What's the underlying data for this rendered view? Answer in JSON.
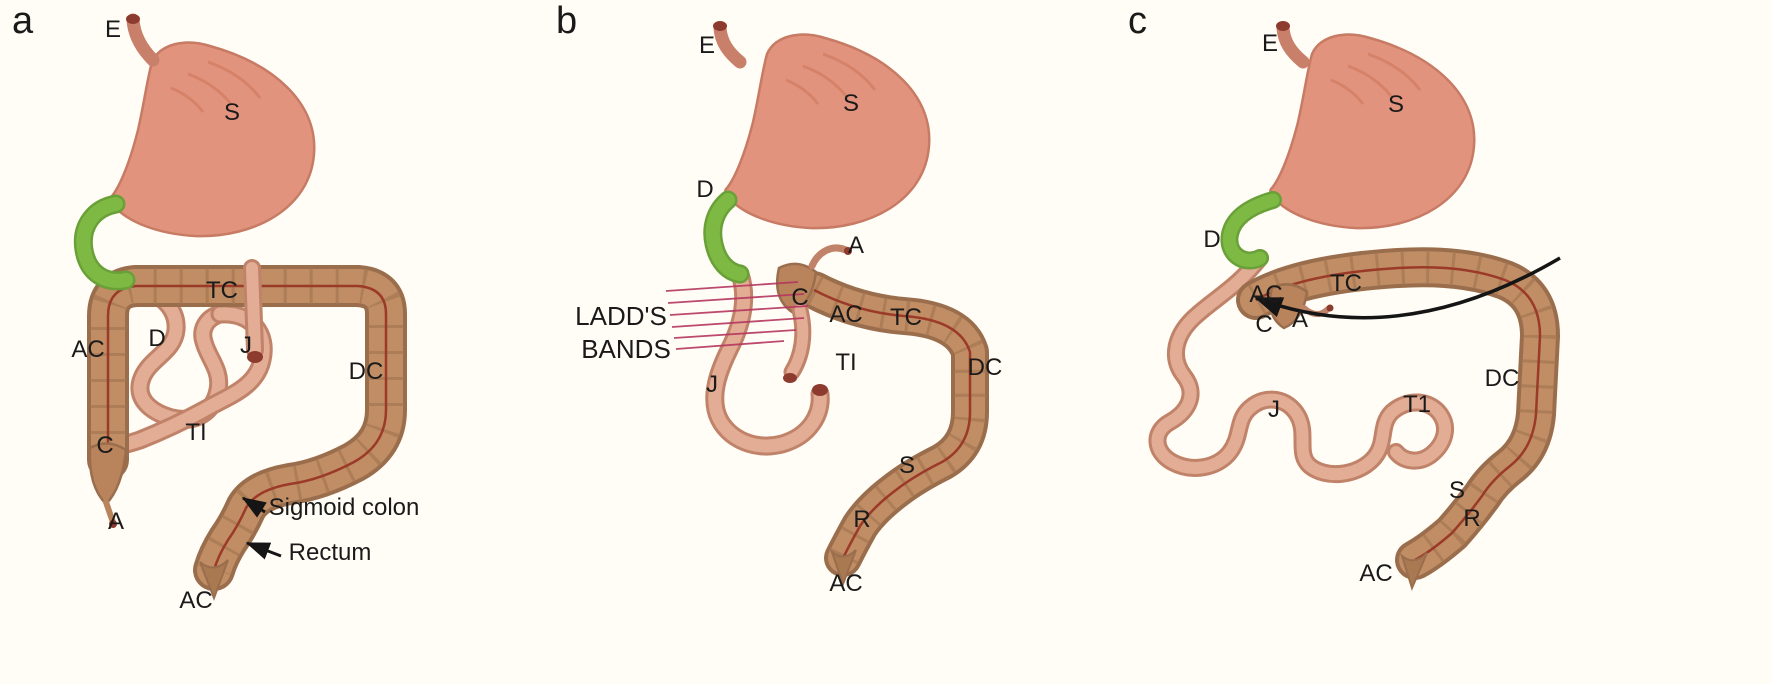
{
  "figure": {
    "background": "#fffdf6",
    "colors": {
      "stomach": "#e2937d",
      "stomach_outline": "#c77b64",
      "small_intestine": "#e2ac95",
      "small_intestine_outline": "#c08369",
      "colon": "#c08d64",
      "colon_outline": "#9a6e4d",
      "duodenum_green": "#7eb944",
      "cut_end_red": "#8e3b2f",
      "vessel_line": "#9b3a28",
      "ladds_band_line": "#b53760",
      "arrow": "#151515",
      "label_text": "#1a1a1a"
    },
    "panels": [
      {
        "letter": "a",
        "labels": {
          "esophagus": "E",
          "stomach": "S",
          "transverse_colon": "TC",
          "duodenum": "D",
          "jejunum": "J",
          "ascending_colon": "AC",
          "descending_colon": "DC",
          "terminal_ileum": "TI",
          "cecum": "C",
          "appendix": "A",
          "sigmoid_colon": "Sigmoid colon",
          "rectum": "Rectum",
          "anal_canal": "AC"
        }
      },
      {
        "letter": "b",
        "ladds_bands": {
          "line1": "LADD'S",
          "line2": "BANDS"
        },
        "labels": {
          "esophagus": "E",
          "stomach": "S",
          "duodenum": "D",
          "appendix": "A",
          "cecum": "C",
          "ascending_colon": "AC",
          "transverse_colon": "TC",
          "terminal_ileum": "TI",
          "descending_colon": "DC",
          "jejunum": "J",
          "sigmoid_colon": "S",
          "rectum": "R",
          "anal_canal": "AC"
        }
      },
      {
        "letter": "c",
        "labels": {
          "esophagus": "E",
          "stomach": "S",
          "duodenum": "D",
          "ascending_colon": "AC",
          "transverse_colon": "TC",
          "cecum": "C",
          "appendix": "A",
          "jejunum": "J",
          "terminal_ileum": "T1",
          "descending_colon": "DC",
          "sigmoid_colon": "S",
          "rectum": "R",
          "anal_canal": "AC"
        }
      }
    ]
  }
}
